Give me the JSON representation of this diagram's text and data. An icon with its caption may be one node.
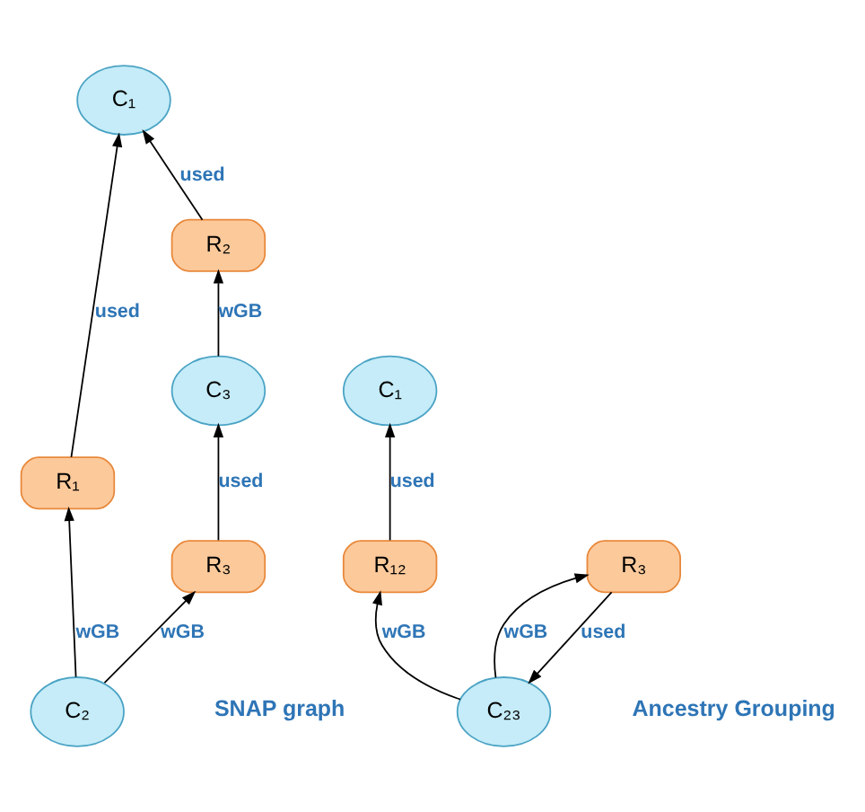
{
  "diagram": {
    "nodes": [
      {
        "text": [
          "C₁"
        ]
      },
      {
        "text": [
          "R₁"
        ]
      },
      {
        "text": [
          "R₂"
        ]
      },
      {
        "text": [
          "C₂"
        ]
      },
      {
        "text": [
          "C₃"
        ]
      },
      {
        "text": [
          "R₃"
        ]
      },
      {
        "text": [
          "C₁"
        ]
      },
      {
        "text": [
          "R₁₂"
        ]
      },
      {
        "text": [
          "C₂₃"
        ]
      },
      {
        "text": [
          "R₃"
        ]
      }
    ],
    "edges": [
      {
        "from": 1,
        "to": 0,
        "arrow": "to",
        "label": "used"
      },
      {
        "from": 2,
        "to": 0,
        "arrow": "to",
        "label": "used"
      },
      {
        "from": 3,
        "to": 1,
        "arrow": "to",
        "label": "wGB"
      },
      {
        "from": 4,
        "to": 2,
        "arrow": "to",
        "label": "wGB"
      },
      {
        "from": 3,
        "to": 5,
        "arrow": "to",
        "label": "wGB"
      },
      {
        "from": 5,
        "to": 4,
        "arrow": "to",
        "label": "used"
      },
      {
        "from": 7,
        "to": 6,
        "arrow": "to",
        "label": "used"
      },
      {
        "from": 8,
        "to": 7,
        "arrow": "to",
        "label": "wGB"
      },
      {
        "from": 8,
        "to": 9,
        "arrow": "to",
        "label": "wGB"
      },
      {
        "from": 9,
        "to": 8,
        "arrow": "to",
        "label": "used"
      }
    ],
    "labels": [
      "SNAP graph",
      "Ancestry Grouping"
    ]
  }
}
